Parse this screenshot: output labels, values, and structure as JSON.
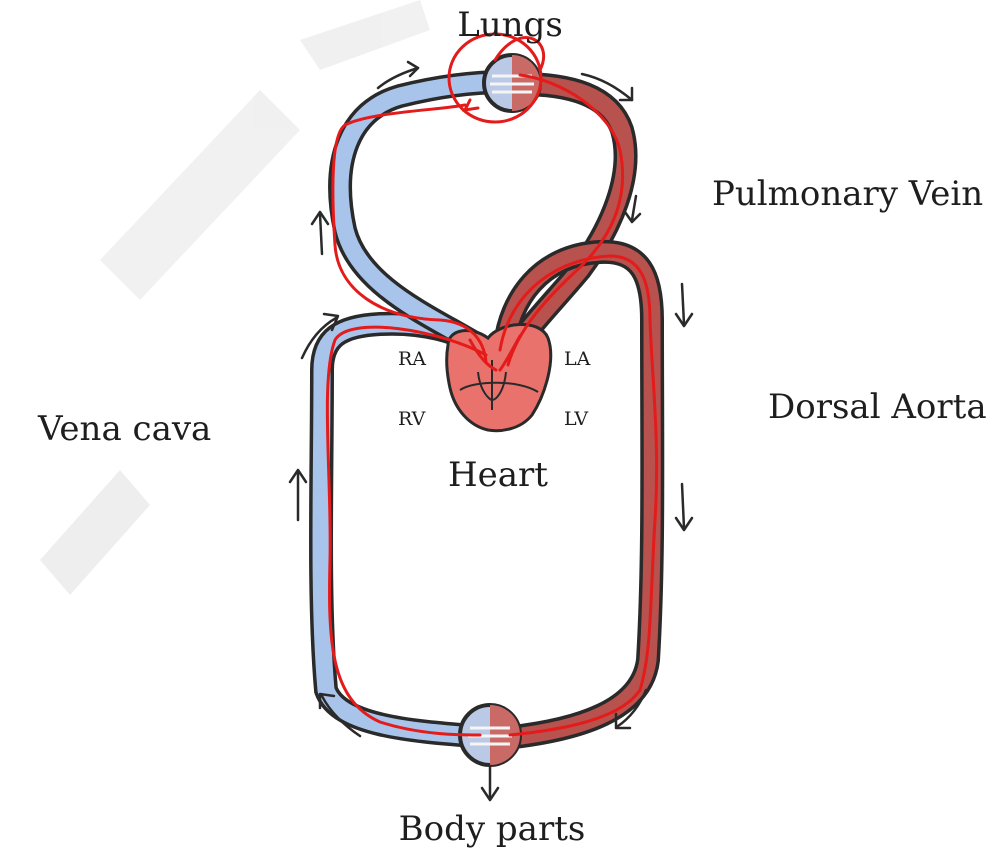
{
  "labels": {
    "lungs": "Lungs",
    "pulmonary_vein": "Pulmonary Vein",
    "dorsal_aorta": "Dorsal Aorta",
    "vena_cava": "Vena cava",
    "heart": "Heart",
    "body_parts": "Body parts",
    "ra": "RA",
    "la": "LA",
    "rv": "RV",
    "lv": "LV"
  },
  "colors": {
    "deoxygenated": "#a9c4ea",
    "oxygenated": "#b8524e",
    "heart_fill": "#e9726c",
    "outline": "#2a2a2a",
    "annotation_red": "#e41b1b",
    "watermark": "#e6e6e6"
  }
}
